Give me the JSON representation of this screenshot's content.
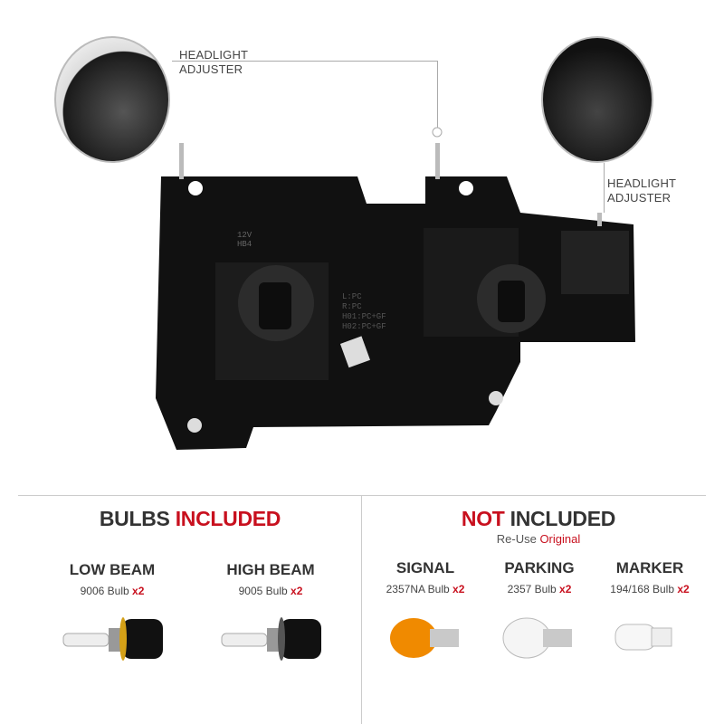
{
  "callouts": {
    "left": {
      "line1": "HEADLIGHT",
      "line2": "ADJUSTER"
    },
    "right": {
      "line1": "HEADLIGHT",
      "line2": "ADJUSTER"
    }
  },
  "housing_markings": {
    "voltage": "12V",
    "code": "HB4",
    "materials": [
      "L:PC",
      "R:PC",
      "H01:PC+GF",
      "H02:PC+GF"
    ]
  },
  "included": {
    "title_a": "BULBS ",
    "title_b": "INCLUDED",
    "items": [
      {
        "name": "LOW BEAM",
        "bulb": "9006 Bulb ",
        "qty": "x2"
      },
      {
        "name": "HIGH BEAM",
        "bulb": "9005 Bulb ",
        "qty": "x2"
      }
    ]
  },
  "not_included": {
    "title_a": "NOT",
    "title_b": " INCLUDED",
    "sub_a": "Re-Use ",
    "sub_b": "Original",
    "items": [
      {
        "name": "SIGNAL",
        "bulb": "2357NA Bulb ",
        "qty": "x2"
      },
      {
        "name": "PARKING",
        "bulb": "2357 Bulb ",
        "qty": "x2"
      },
      {
        "name": "MARKER",
        "bulb": "194/168 Bulb ",
        "qty": "x2"
      }
    ]
  },
  "colors": {
    "accent": "#c8101e",
    "text": "#333333",
    "signal_bulb": "#f08a00"
  }
}
